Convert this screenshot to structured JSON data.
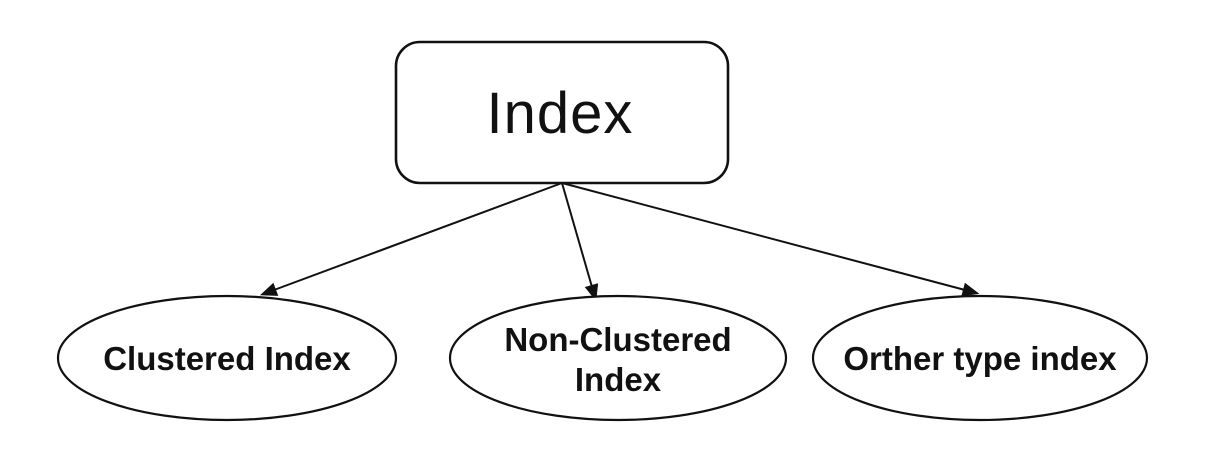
{
  "diagram": {
    "type": "tree",
    "colors": {
      "stroke": "#111111",
      "text": "#111111",
      "node_fill": "#ffffff",
      "background": "#ffffff"
    },
    "root": {
      "label": "Index",
      "shape": "rounded-rectangle"
    },
    "children": [
      {
        "label": "Clustered Index",
        "shape": "ellipse"
      },
      {
        "label": "Non-Clustered Index",
        "label_lines": [
          "Non-Clustered",
          "Index"
        ],
        "shape": "ellipse"
      },
      {
        "label": "Orther type index",
        "shape": "ellipse"
      }
    ],
    "edges": [
      {
        "from": "Index",
        "to": "Clustered Index",
        "style": "arrow"
      },
      {
        "from": "Index",
        "to": "Non-Clustered Index",
        "style": "arrow"
      },
      {
        "from": "Index",
        "to": "Orther type index",
        "style": "arrow"
      }
    ]
  }
}
